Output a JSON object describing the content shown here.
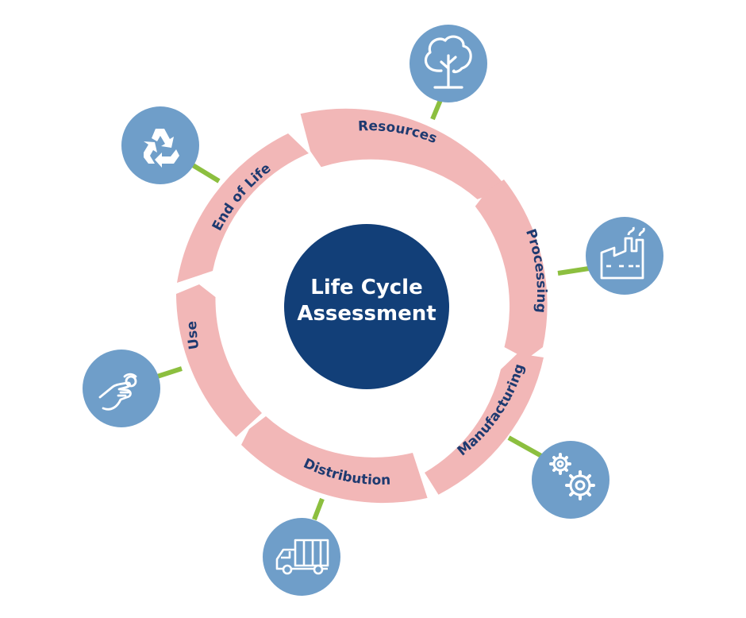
{
  "center": {
    "line1": "Life Cycle",
    "line2": "Assessment"
  },
  "stages": [
    {
      "label": "Resources",
      "icon": "tree-icon"
    },
    {
      "label": "Processing",
      "icon": "factory-icon"
    },
    {
      "label": "Manufacturing",
      "icon": "gears-icon"
    },
    {
      "label": "Distribution",
      "icon": "truck-icon"
    },
    {
      "label": "Use",
      "icon": "hand-touch-icon"
    },
    {
      "label": "End of Life",
      "icon": "recycle-icon"
    }
  ],
  "colors": {
    "ring": "#f2b7b7",
    "center": "#123f78",
    "icon_circle": "#6f9ec9",
    "connector": "#8cbf3f",
    "label": "#1e3a70"
  }
}
